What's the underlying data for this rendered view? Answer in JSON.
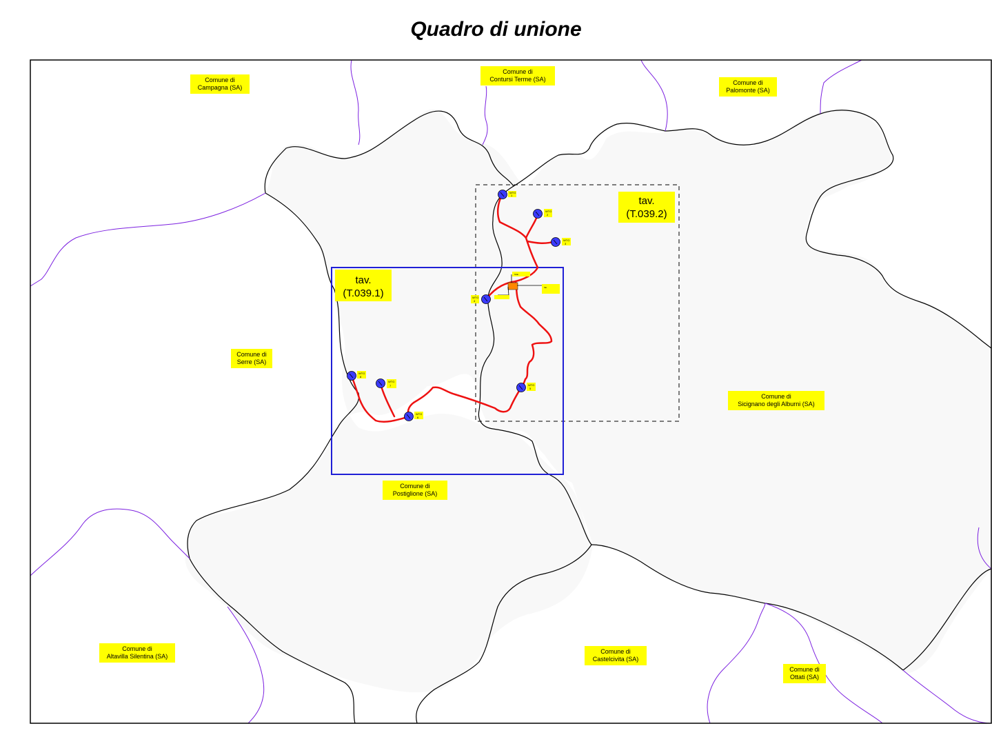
{
  "title": "Quadro di unione",
  "municipalities": [
    {
      "id": "campagna",
      "line1": "Comune di",
      "line2": "Campagna (SA)"
    },
    {
      "id": "contursi",
      "line1": "Comune di",
      "line2": "Contursi Terme (SA)"
    },
    {
      "id": "palomonte",
      "line1": "Comune di",
      "line2": "Palomonte (SA)"
    },
    {
      "id": "serre",
      "line1": "Comune di",
      "line2": "Serre (SA)"
    },
    {
      "id": "sicignano",
      "line1": "Comune di",
      "line2": "Sicignano degli Alburni (SA)"
    },
    {
      "id": "postiglione",
      "line1": "Comune di",
      "line2": "Postiglione (SA)"
    },
    {
      "id": "altavilla",
      "line1": "Comune di",
      "line2": "Altavilla Silentina (SA)"
    },
    {
      "id": "castelcivita",
      "line1": "Comune di",
      "line2": "Castelcivita (SA)"
    },
    {
      "id": "ottati",
      "line1": "Comune di",
      "line2": "Ottati (SA)"
    }
  ],
  "sheets": [
    {
      "id": "sheet-1",
      "line1": "tav.",
      "line2": "(T.039.1)",
      "frame": "solid",
      "color": "#1f1fd6"
    },
    {
      "id": "sheet-2",
      "line1": "tav.",
      "line2": "(T.039.2)",
      "frame": "dashed",
      "color": "#000000"
    }
  ],
  "turbines": [
    {
      "label": "WTG",
      "num": "1"
    },
    {
      "label": "WTG",
      "num": "2"
    },
    {
      "label": "WTG",
      "num": "3"
    },
    {
      "label": "WTG",
      "num": "4"
    },
    {
      "label": "WTG",
      "num": "5"
    },
    {
      "label": "WTG",
      "num": "6"
    },
    {
      "label": "WTG",
      "num": "7"
    },
    {
      "label": "WTG",
      "num": "8"
    }
  ],
  "colors": {
    "label_bg": "#ffff00",
    "cable": "#ee1111",
    "turbine": "#3b3bff",
    "boundary_main": "#000000",
    "boundary_other": "#7b1fe0",
    "area_fill": "#f8f8f8"
  }
}
